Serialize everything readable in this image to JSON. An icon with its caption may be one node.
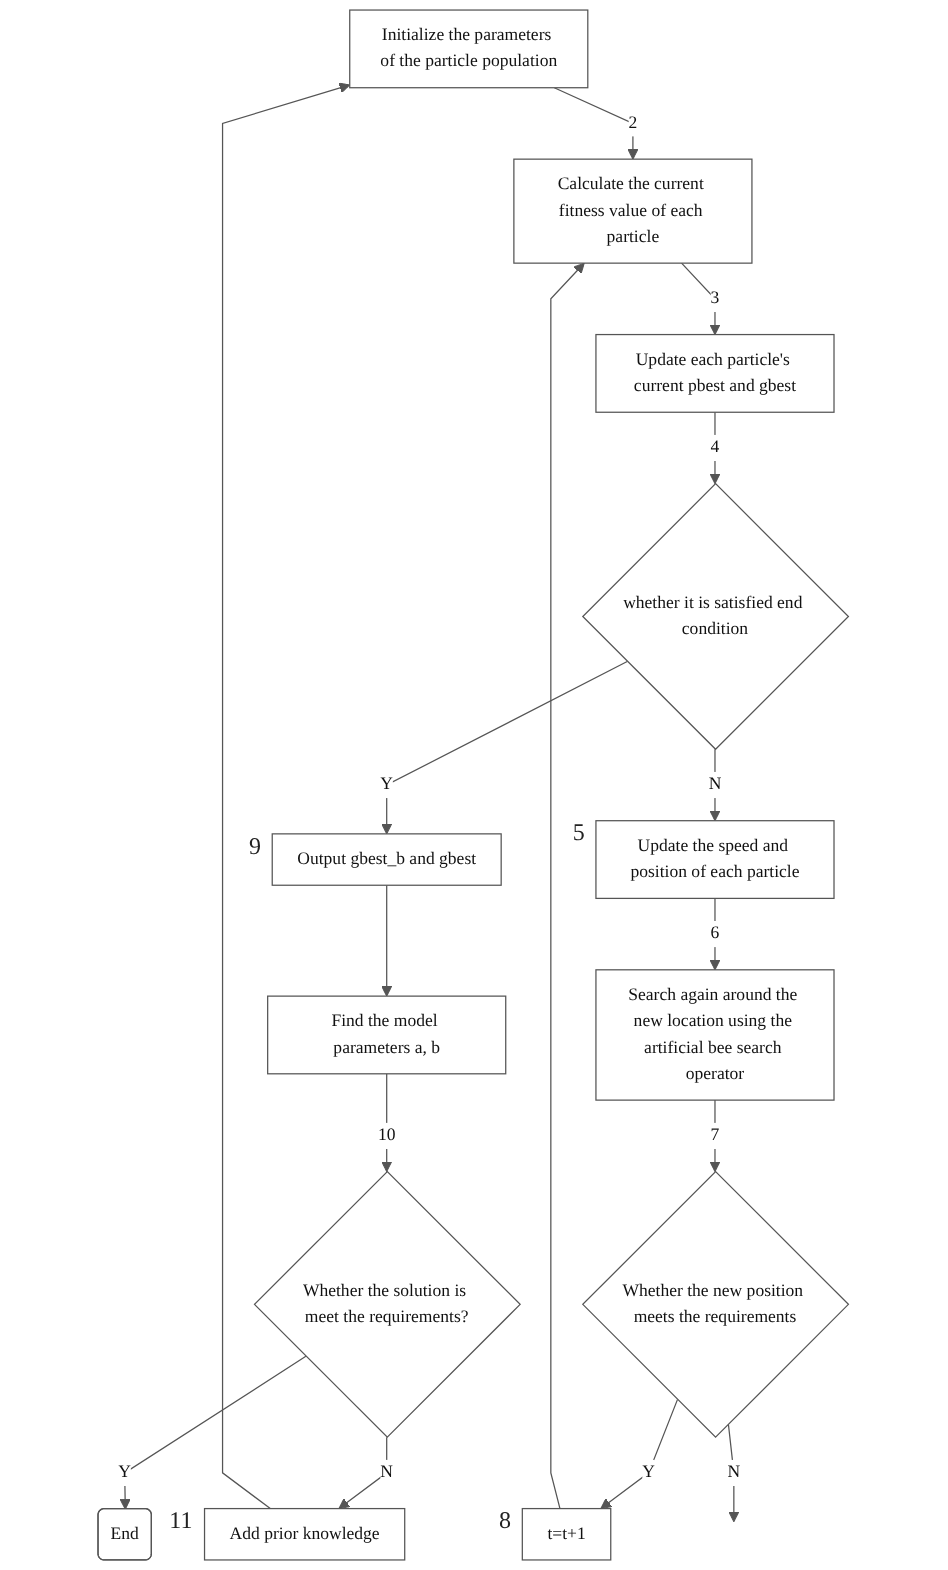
{
  "diagram": {
    "nodes": [
      {
        "text": [
          "Initialize the parameters of the particle population"
        ]
      },
      {
        "text": [
          "Calculate the current fitness value of each particle"
        ]
      },
      {
        "text": [
          "Update each particle's current pbest and gbest"
        ]
      },
      {
        "text": [
          "t=t+1"
        ],
        "beside": [
          "8"
        ]
      },
      {
        "text": [
          "whether it is satisfied end condition"
        ]
      },
      {
        "text": [
          "Add prior knowledge"
        ],
        "beside": [
          "11"
        ]
      },
      {
        "text": [
          "Output gbest_b and gbest"
        ],
        "beside": [
          "9"
        ]
      },
      {
        "text": [
          "Update the speed and position of each particle"
        ],
        "beside": [
          "5"
        ]
      },
      {
        "text": [
          "Find the model parameters a, b"
        ]
      },
      {
        "text": [
          "Search again around the new location using the artificial bee search operator"
        ]
      },
      {
        "text": [
          "Whether the solution is meet the requirements?"
        ]
      },
      {
        "text": [
          "Whether the new position meets the requirements"
        ]
      },
      {
        "text": [
          "End"
        ]
      }
    ],
    "edges": [
      {
        "from": 0,
        "to": 1,
        "arrow": "to",
        "label": "2"
      },
      {
        "from": 1,
        "to": 2,
        "arrow": "to",
        "label": "3"
      },
      {
        "from": 2,
        "to": 4,
        "arrow": "to",
        "label": "4"
      },
      {
        "from": 4,
        "to": 6,
        "arrow": "to",
        "label": "Y"
      },
      {
        "from": 4,
        "to": 7,
        "arrow": "to",
        "label": "N"
      },
      {
        "from": 6,
        "to": 8,
        "arrow": "to"
      },
      {
        "from": 7,
        "to": 9,
        "arrow": "to",
        "label": "6"
      },
      {
        "from": 8,
        "to": 10,
        "arrow": "to",
        "label": "10"
      },
      {
        "from": 9,
        "to": 11,
        "arrow": "to",
        "label": "7"
      },
      {
        "from": 10,
        "to": 5,
        "arrow": "to",
        "label": "N"
      },
      {
        "from": 5,
        "to": 0,
        "arrow": "to"
      },
      {
        "from": 10,
        "to": 12,
        "arrow": "to",
        "label": "Y"
      },
      {
        "from": 11,
        "to": 3,
        "arrow": "to",
        "label": "Y"
      },
      {
        "from": 3,
        "to": 1,
        "arrow": "to"
      },
      {
        "from": 11,
        "to": null,
        "arrow": "to",
        "label": "N"
      }
    ]
  }
}
